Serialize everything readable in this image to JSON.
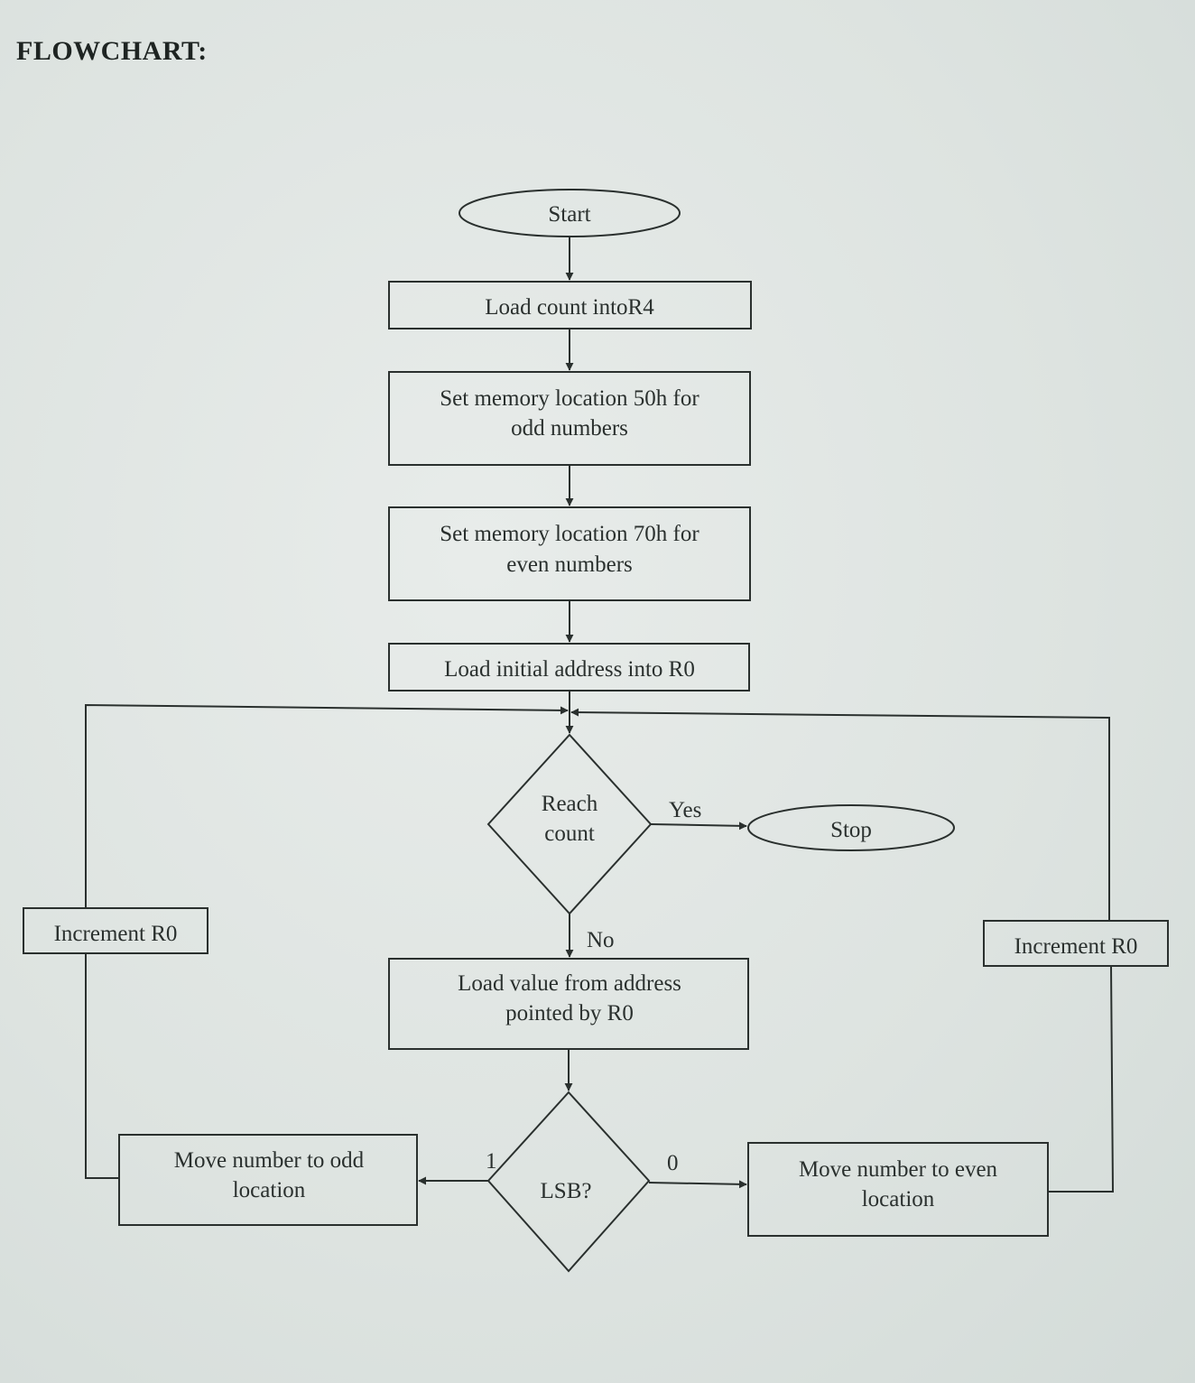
{
  "heading": "FLOWCHART:",
  "nodes": {
    "start": "Start",
    "load_count": "Load count intoR4",
    "set_odd_line1": "Set memory location 50h for",
    "set_odd_line2": "odd numbers",
    "set_even_line1": "Set memory location 70h for",
    "set_even_line2": "even numbers",
    "load_addr": "Load initial address into R0",
    "reach_line1": "Reach",
    "reach_line2": "count",
    "stop": "Stop",
    "load_value_line1": "Load value from address",
    "load_value_line2": "pointed by R0",
    "lsb": "LSB?",
    "move_odd_line1": "Move number  to odd",
    "move_odd_line2": "location",
    "move_even_line1": "Move number to even",
    "move_even_line2": "location",
    "incr_left": "Increment R0",
    "incr_right": "Increment R0"
  },
  "edges": {
    "yes": "Yes",
    "no": "No",
    "one": "1",
    "zero": "0"
  }
}
